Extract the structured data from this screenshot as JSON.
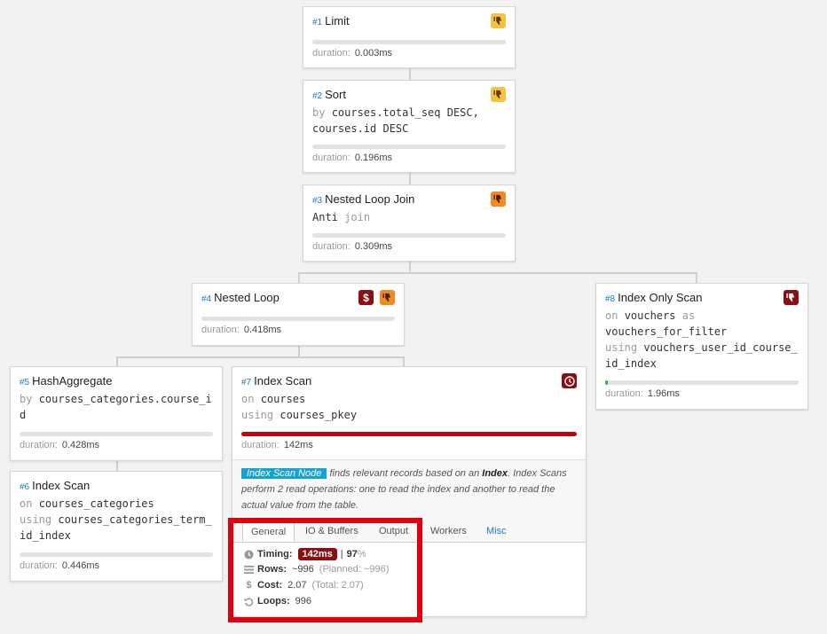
{
  "nodes": {
    "n1": {
      "num": "#1",
      "name": "Limit",
      "duration_label": "duration:",
      "duration": "0.003ms"
    },
    "n2": {
      "num": "#2",
      "name": "Sort",
      "kw1": "by",
      "detail1": "courses.total_seq DESC,",
      "detail2": "courses.id DESC",
      "duration_label": "duration:",
      "duration": "0.196ms"
    },
    "n3": {
      "num": "#3",
      "name": "Nested Loop Join",
      "detail1": "Anti",
      "kw1": "join",
      "duration_label": "duration:",
      "duration": "0.309ms"
    },
    "n4": {
      "num": "#4",
      "name": "Nested Loop",
      "duration_label": "duration:",
      "duration": "0.418ms"
    },
    "n5": {
      "num": "#5",
      "name": "HashAggregate",
      "kw1": "by",
      "detail1": "courses_categories.course_i",
      "detail2": "d",
      "duration_label": "duration:",
      "duration": "0.428ms"
    },
    "n6": {
      "num": "#6",
      "name": "Index Scan",
      "kw1": "on",
      "detail1": "courses_categories",
      "kw2": "using",
      "detail2": "courses_categories_term_",
      "detail3": "id_index",
      "duration_label": "duration:",
      "duration": "0.446ms"
    },
    "n7": {
      "num": "#7",
      "name": "Index Scan",
      "kw1": "on",
      "detail1": "courses",
      "kw2": "using",
      "detail2": "courses_pkey",
      "duration_label": "duration:",
      "duration": "142ms"
    },
    "n8": {
      "num": "#8",
      "name": "Index Only Scan",
      "kw1": "on",
      "detail1": "vouchers",
      "kw1b": "as",
      "detail2": "vouchers_for_filter",
      "kw2": "using",
      "detail3": "vouchers_user_id_course_",
      "detail4": "id_index",
      "duration_label": "duration:",
      "duration": "1.96ms"
    }
  },
  "progress": {
    "n1": 0.0,
    "n2": 0.0,
    "n3": 0.0,
    "n4": 0.0,
    "n5": 0.0,
    "n6": 0.0,
    "n7": 1.0,
    "n8": 0.01
  },
  "info": {
    "tag": "Index Scan Node",
    "text_a": " finds relevant records based on an ",
    "bold": "Index",
    "text_b": ". Index Scans",
    "line2": "perform 2 read operations: one to read the index and another to read the",
    "line3": "actual value from the table."
  },
  "tabs": [
    "General",
    "IO & Buffers",
    "Output",
    "Workers",
    "Misc"
  ],
  "stats": {
    "timing_label": "Timing:",
    "timing_value": "142ms",
    "timing_sep": "|",
    "timing_pct": "97",
    "timing_pct_unit": "%",
    "rows_label": "Rows:",
    "rows_value": "~996",
    "rows_planned": "(Planned: ~996)",
    "cost_label": "Cost:",
    "cost_value": "2.07",
    "cost_total": "(Total: 2.07)",
    "loops_label": "Loops:",
    "loops_value": "996"
  },
  "colors": {
    "warn_yellow": "#f5c242",
    "warn_orange": "#f08a24",
    "danger": "#8b0e12",
    "bar_red": "#c8000e",
    "bar_green": "#3cb44b",
    "info_tag": "#16a3cf",
    "highlight": "#e0000f"
  },
  "icons": [
    "thumbs-down-icon",
    "dollar-icon",
    "clock-icon",
    "list-icon",
    "undo-icon"
  ]
}
